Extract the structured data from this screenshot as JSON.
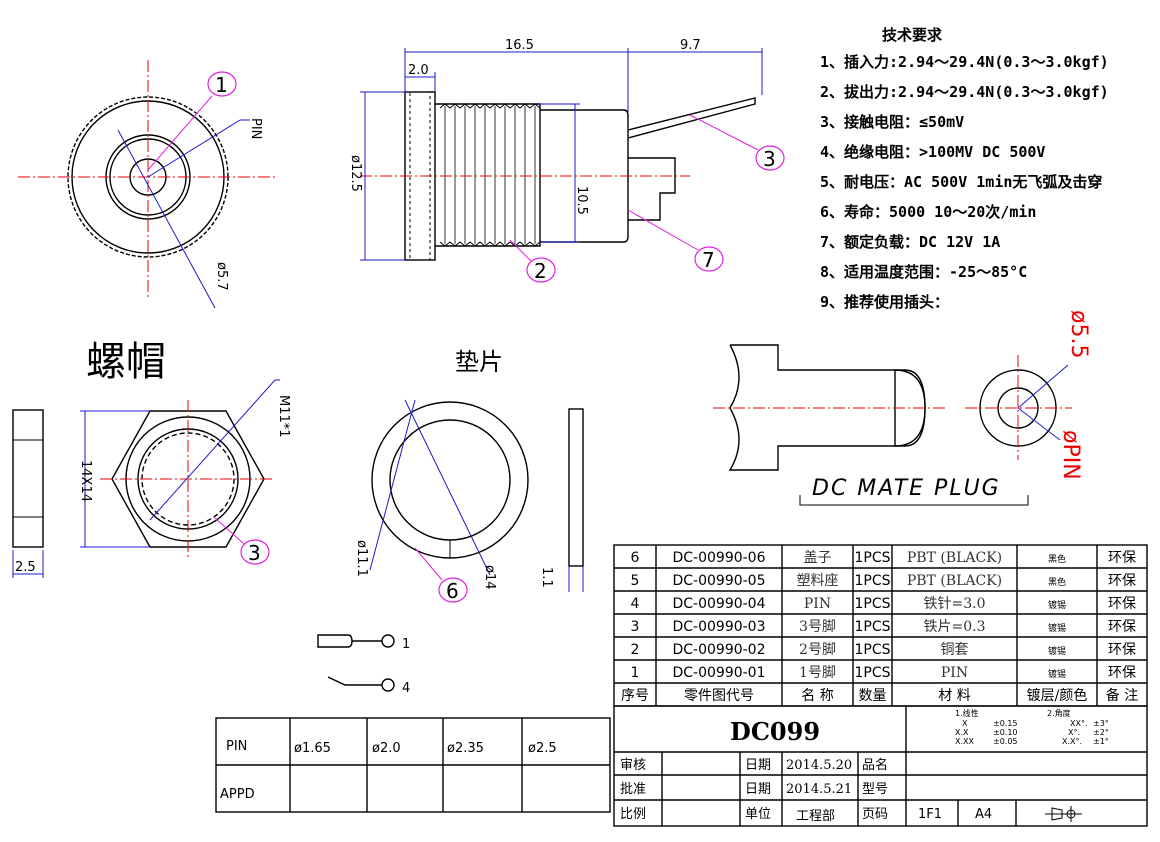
{
  "tech_requirements": {
    "title": "技术要求",
    "items": [
      "1、插入力:2.94～29.4N(0.3～3.0kgf)",
      "2、拔出力:2.94～29.4N(0.3～3.0kgf)",
      "3、接触电阻：≤50mV",
      "4、绝缘电阻：>100MV  DC  500V",
      "5、耐电压：AC  500V  1min无飞弧及击穿",
      "6、寿命：5000 10～20次/min",
      "7、额定负载：DC  12V  1A",
      "8、适用温度范围：-25～85°C",
      "9、推荐使用插头："
    ]
  },
  "front_view": {
    "balloon": "1",
    "pin_label": "PIN",
    "dia_label": "ø5.7"
  },
  "side_view": {
    "dim_total": "16.5",
    "dim_tail": "9.7",
    "dim_flange": "2.0",
    "dim_dia": "ø12.5",
    "dim_thread": "10.5",
    "balloons": [
      "2",
      "3",
      "7"
    ]
  },
  "nut": {
    "title": "螺帽",
    "thread": "M11*1",
    "size": "14X14",
    "thickness": "2.5",
    "balloon": "3"
  },
  "washer": {
    "title": "垫片",
    "inner": "ø11.1",
    "outer": "ø14",
    "thickness": "1.1",
    "balloon": "6"
  },
  "plug": {
    "caption": "DC MATE PLUG",
    "outer": "ø5.5",
    "pin": "øPIN"
  },
  "symbols": {
    "pin1": "1",
    "pin4": "4"
  },
  "pin_table": {
    "rows": [
      {
        "label": "PIN",
        "values": [
          "ø1.65",
          "ø2.0",
          "ø2.35",
          "ø2.5"
        ]
      },
      {
        "label": "APPD",
        "values": [
          "",
          "",
          "",
          ""
        ]
      }
    ]
  },
  "bom": {
    "rows": [
      [
        "6",
        "DC-00990-06",
        "盖子",
        "1PCS",
        "PBT (BLACK)",
        "黑色",
        "环保"
      ],
      [
        "5",
        "DC-00990-05",
        "塑料座",
        "1PCS",
        "PBT (BLACK)",
        "黑色",
        "环保"
      ],
      [
        "4",
        "DC-00990-04",
        "PIN",
        "1PCS",
        "铁针=3.0",
        "镀锡",
        "环保"
      ],
      [
        "3",
        "DC-00990-03",
        "3号脚",
        "1PCS",
        "铁片=0.3",
        "镀锡",
        "环保"
      ],
      [
        "2",
        "DC-00990-02",
        "2号脚",
        "1PCS",
        "铜套",
        "镀锡",
        "环保"
      ],
      [
        "1",
        "DC-00990-01",
        "1号脚",
        "1PCS",
        "PIN",
        "镀锡",
        "环保"
      ]
    ],
    "header": [
      "序号",
      "零件图代号",
      "名 称",
      "数量",
      "材 料",
      "镀层/颜色",
      "备 注"
    ]
  },
  "title_block": {
    "part_no": "DC099",
    "tolerance": {
      "linear_title": "1.线性",
      "linear": [
        [
          "X",
          "±0.15"
        ],
        [
          "X.X",
          "±0.10"
        ],
        [
          "X.XX",
          "±0.05"
        ]
      ],
      "angle_title": "2.角度",
      "angle": [
        [
          "XX°.",
          "±3°"
        ],
        [
          "X°.",
          "±2°"
        ],
        [
          "X.X°.",
          "±1°"
        ]
      ]
    },
    "review_label": "审核",
    "approve_label": "批准",
    "scale_label": "比例",
    "date_label": "日期",
    "date1": "2014.5.20",
    "date2": "2014.5.21",
    "unit_label": "单位",
    "unit": "工程部",
    "product_label": "品名",
    "model_label": "型号",
    "page_label": "页码",
    "page": "1F1",
    "size": "A4"
  }
}
